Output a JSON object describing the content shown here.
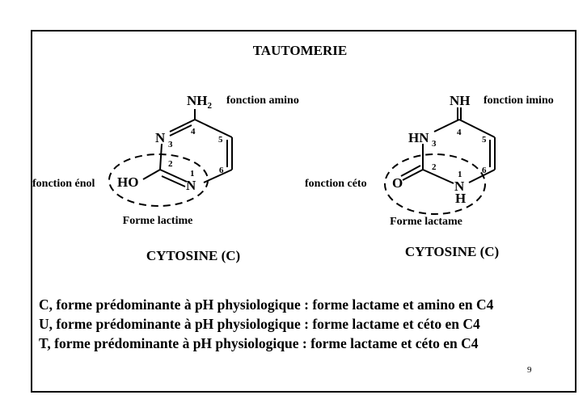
{
  "title": "TAUTOMERIE",
  "left": {
    "amino_group": "NH",
    "amino_sub": "2",
    "amino_label": "fonction amino",
    "enol_label": "fonction énol",
    "hydroxyl": "HO",
    "n3": "N",
    "n1": "N",
    "numbers": [
      "1",
      "2",
      "3",
      "4",
      "5",
      "6"
    ],
    "form": "Forme lactime",
    "name": "CYTOSINE (C)"
  },
  "right": {
    "imino_group": "NH",
    "imino_label": "fonction imino",
    "ceto_label": "fonction céto",
    "oxygen": "O",
    "hn3": "HN",
    "n1": "N",
    "h1": "H",
    "numbers": [
      "1",
      "2",
      "3",
      "4",
      "5",
      "6"
    ],
    "form": "Forme lactame",
    "name": "CYTOSINE (C)"
  },
  "lines": [
    "C, forme prédominante à pH physiologique : forme lactame et amino en C4",
    "U, forme prédominante à pH physiologique : forme lactame et céto en C4",
    "T, forme prédominante à pH physiologique : forme lactame et céto en C4"
  ],
  "page_number": "9"
}
